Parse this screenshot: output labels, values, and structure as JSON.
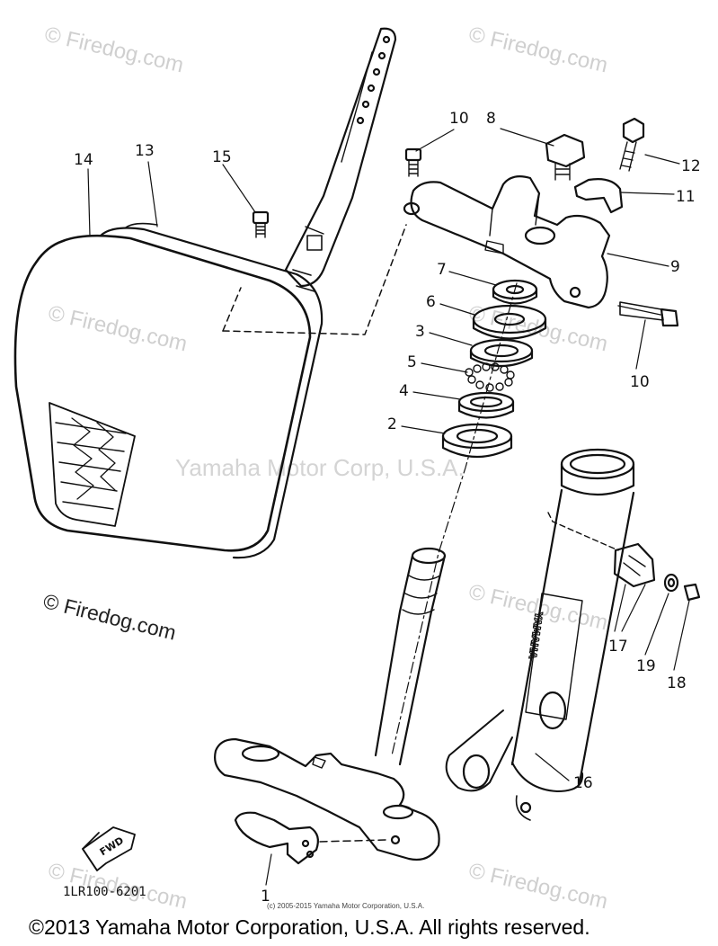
{
  "watermarks": {
    "firedog": "© Firedog.com",
    "center": "Yamaha Motor Corp, U.S.A."
  },
  "callouts": {
    "c1": "1",
    "c2": "2",
    "c3": "3",
    "c4": "4",
    "c5": "5",
    "c6": "6",
    "c7": "7",
    "c8": "8",
    "c9": "9",
    "c10a": "10",
    "c10b": "10",
    "c11": "11",
    "c12": "12",
    "c13": "13",
    "c14": "14",
    "c15": "15",
    "c16": "16",
    "c17": "17",
    "c18": "18",
    "c19": "19"
  },
  "fwd_label": "FWD",
  "diagram_code": "1LR100-6201",
  "firedog_link": "© Firedog.com",
  "small_copyright": "(c) 2005-2015 Yamaha Motor Corporation, U.S.A.",
  "footer_copyright": "©2013 Yamaha Motor Corporation, U.S.A. All rights reserved.",
  "colors": {
    "line": "#111111",
    "watermark": "#cfcfcf",
    "background": "#ffffff"
  }
}
